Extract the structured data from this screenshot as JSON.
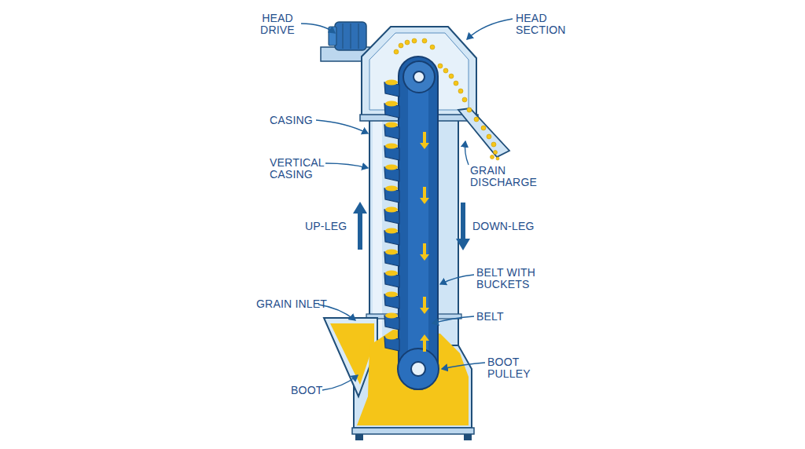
{
  "diagram": {
    "labels": [
      "HEAD DRIVE",
      "HEAD SECTION",
      "CASING",
      "VERTICAL CASING",
      "UP-LEG",
      "DOWN-LEG",
      "GRAIN DISCHARGE",
      "BELT WITH BUCKETS",
      "BELT",
      "GRAIN INLET",
      "BOOT",
      "BOOT PULLEY"
    ]
  }
}
